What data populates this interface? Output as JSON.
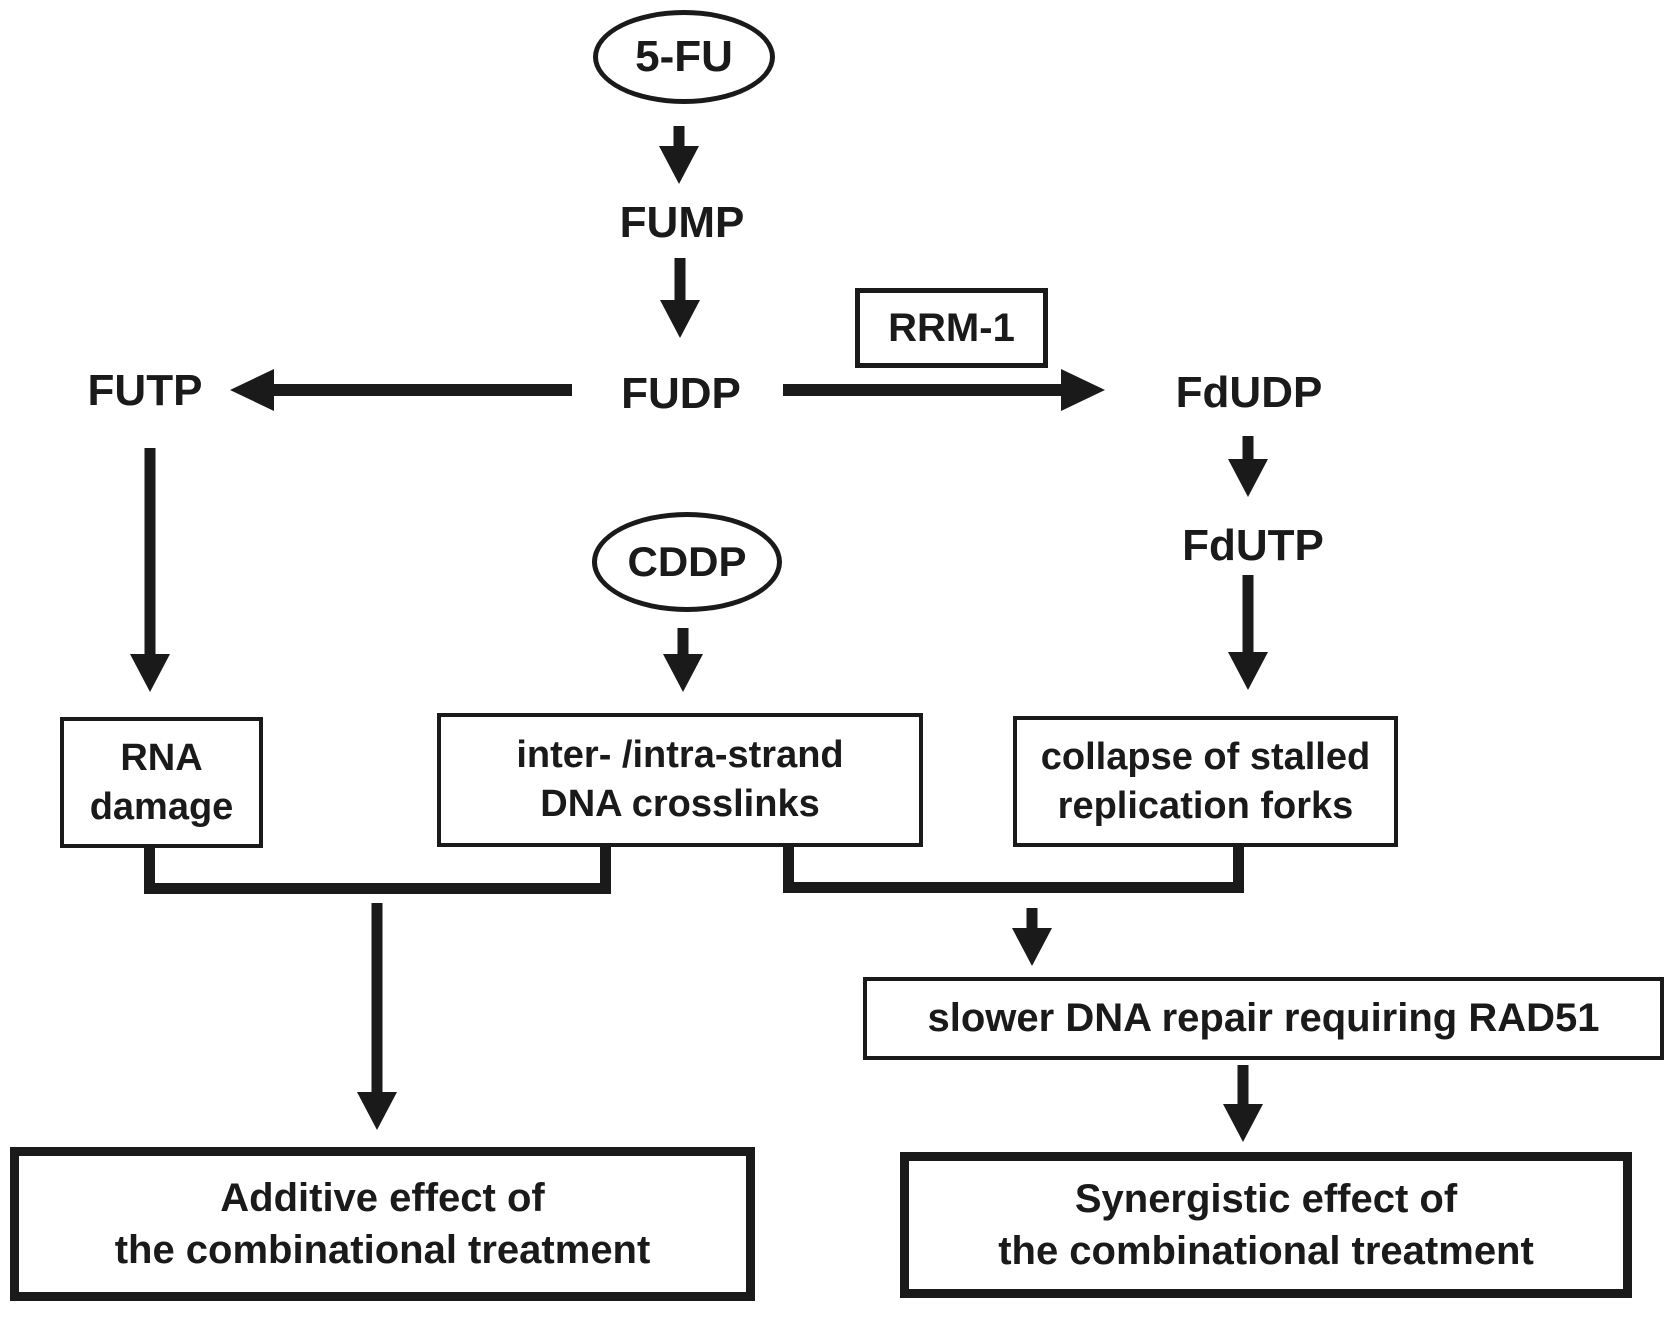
{
  "diagram": {
    "drugs": {
      "five_fu": "5-FU",
      "cddp": "CDDP"
    },
    "metabolites": {
      "fump": "FUMP",
      "futp": "FUTP",
      "fudp": "FUDP",
      "fdudp": "FdUDP",
      "fdutp": "FdUTP"
    },
    "enzyme": {
      "rrm1": "RRM-1"
    },
    "effects": {
      "rna_damage_line1": "RNA",
      "rna_damage_line2": "damage",
      "crosslinks_line1": "inter- /intra-strand",
      "crosslinks_line2": "DNA crosslinks",
      "collapse_line1": "collapse of stalled",
      "collapse_line2": "replication forks",
      "slower_repair": "slower DNA repair requiring RAD51",
      "additive_line1": "Additive effect of",
      "additive_line2": "the combinational treatment",
      "synergistic_line1": "Synergistic effect of",
      "synergistic_line2": "the combinational treatment"
    },
    "colors": {
      "ink": "#1a1a1a",
      "background": "#ffffff"
    }
  }
}
